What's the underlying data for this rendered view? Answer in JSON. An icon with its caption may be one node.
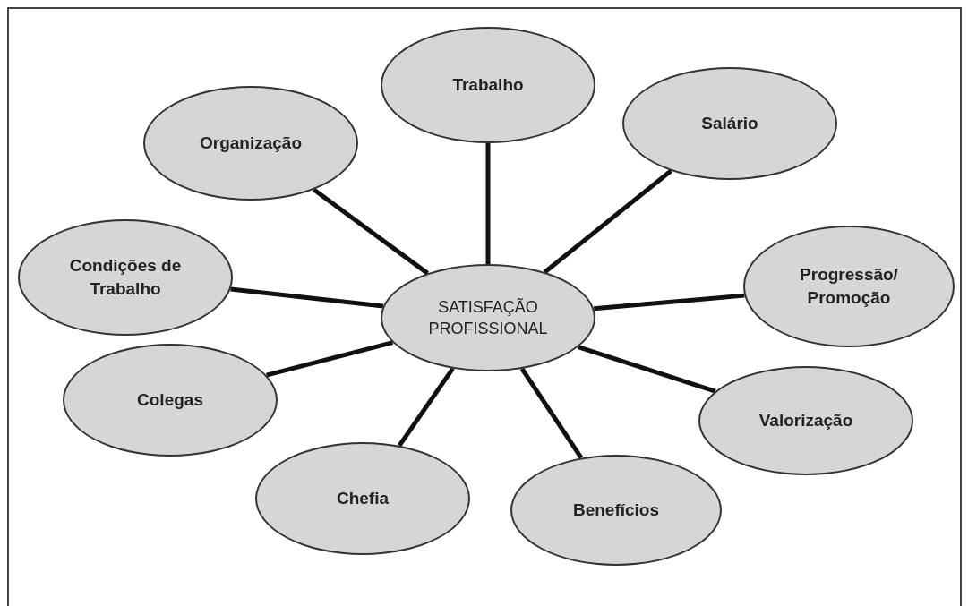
{
  "diagram": {
    "nodes": [
      {
        "text": [
          "Trabalho"
        ]
      },
      {
        "text": [
          "Organização"
        ]
      },
      {
        "text": [
          "Salário"
        ]
      },
      {
        "text": [
          "Condições de Trabalho"
        ]
      },
      {
        "text": [
          "SATISFAÇÃO PROFISSIONAL"
        ]
      },
      {
        "text": [
          "Progressão/ Promoção"
        ]
      },
      {
        "text": [
          "Colegas"
        ]
      },
      {
        "text": [
          "Valorização"
        ]
      },
      {
        "text": [
          "Chefia"
        ]
      },
      {
        "text": [
          "Benefícios"
        ]
      }
    ],
    "edges": [
      {
        "from": 4,
        "to": 0,
        "arrow": "none"
      },
      {
        "from": 4,
        "to": 1,
        "arrow": "none"
      },
      {
        "from": 4,
        "to": 2,
        "arrow": "none"
      },
      {
        "from": 4,
        "to": 3,
        "arrow": "none"
      },
      {
        "from": 4,
        "to": 5,
        "arrow": "none"
      },
      {
        "from": 4,
        "to": 6,
        "arrow": "none"
      },
      {
        "from": 4,
        "to": 7,
        "arrow": "none"
      },
      {
        "from": 4,
        "to": 8,
        "arrow": "none"
      },
      {
        "from": 4,
        "to": 9,
        "arrow": "none"
      }
    ]
  }
}
